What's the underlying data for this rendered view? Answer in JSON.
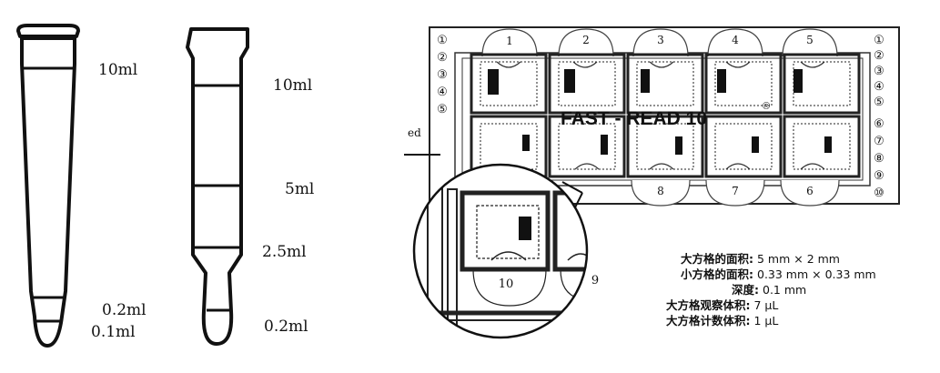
{
  "tube_a": {
    "labels": [
      "10ml",
      "0.2ml",
      "0.1ml"
    ]
  },
  "tube_b": {
    "labels": [
      "10ml",
      "5ml",
      "2.5ml",
      "0.2ml"
    ]
  },
  "slide": {
    "brand": "FAST - READ 10",
    "registered": "®",
    "left_numbers": [
      "①",
      "②",
      "③",
      "④",
      "⑤"
    ],
    "right_numbers": [
      "①",
      "②",
      "③",
      "④",
      "⑤",
      "⑥",
      "⑦",
      "⑧",
      "⑨",
      "⑩"
    ],
    "top_chambers": [
      "1",
      "2",
      "3",
      "4",
      "5"
    ],
    "bottom_chambers": [
      "8",
      "7",
      "6"
    ],
    "magnified_chambers": [
      "10",
      "9"
    ],
    "pointer_label": "ed"
  },
  "specs": [
    {
      "label": "大方格的面积:",
      "value": "5 mm × 2 mm"
    },
    {
      "label": "小方格的面积:",
      "value": "0.33 mm × 0.33 mm"
    },
    {
      "label": "深度:",
      "value": "0.1 mm"
    },
    {
      "label": "大方格观察体积:",
      "value": "7 μL"
    },
    {
      "label": "大方格计数体积:",
      "value": "1 μL"
    }
  ]
}
